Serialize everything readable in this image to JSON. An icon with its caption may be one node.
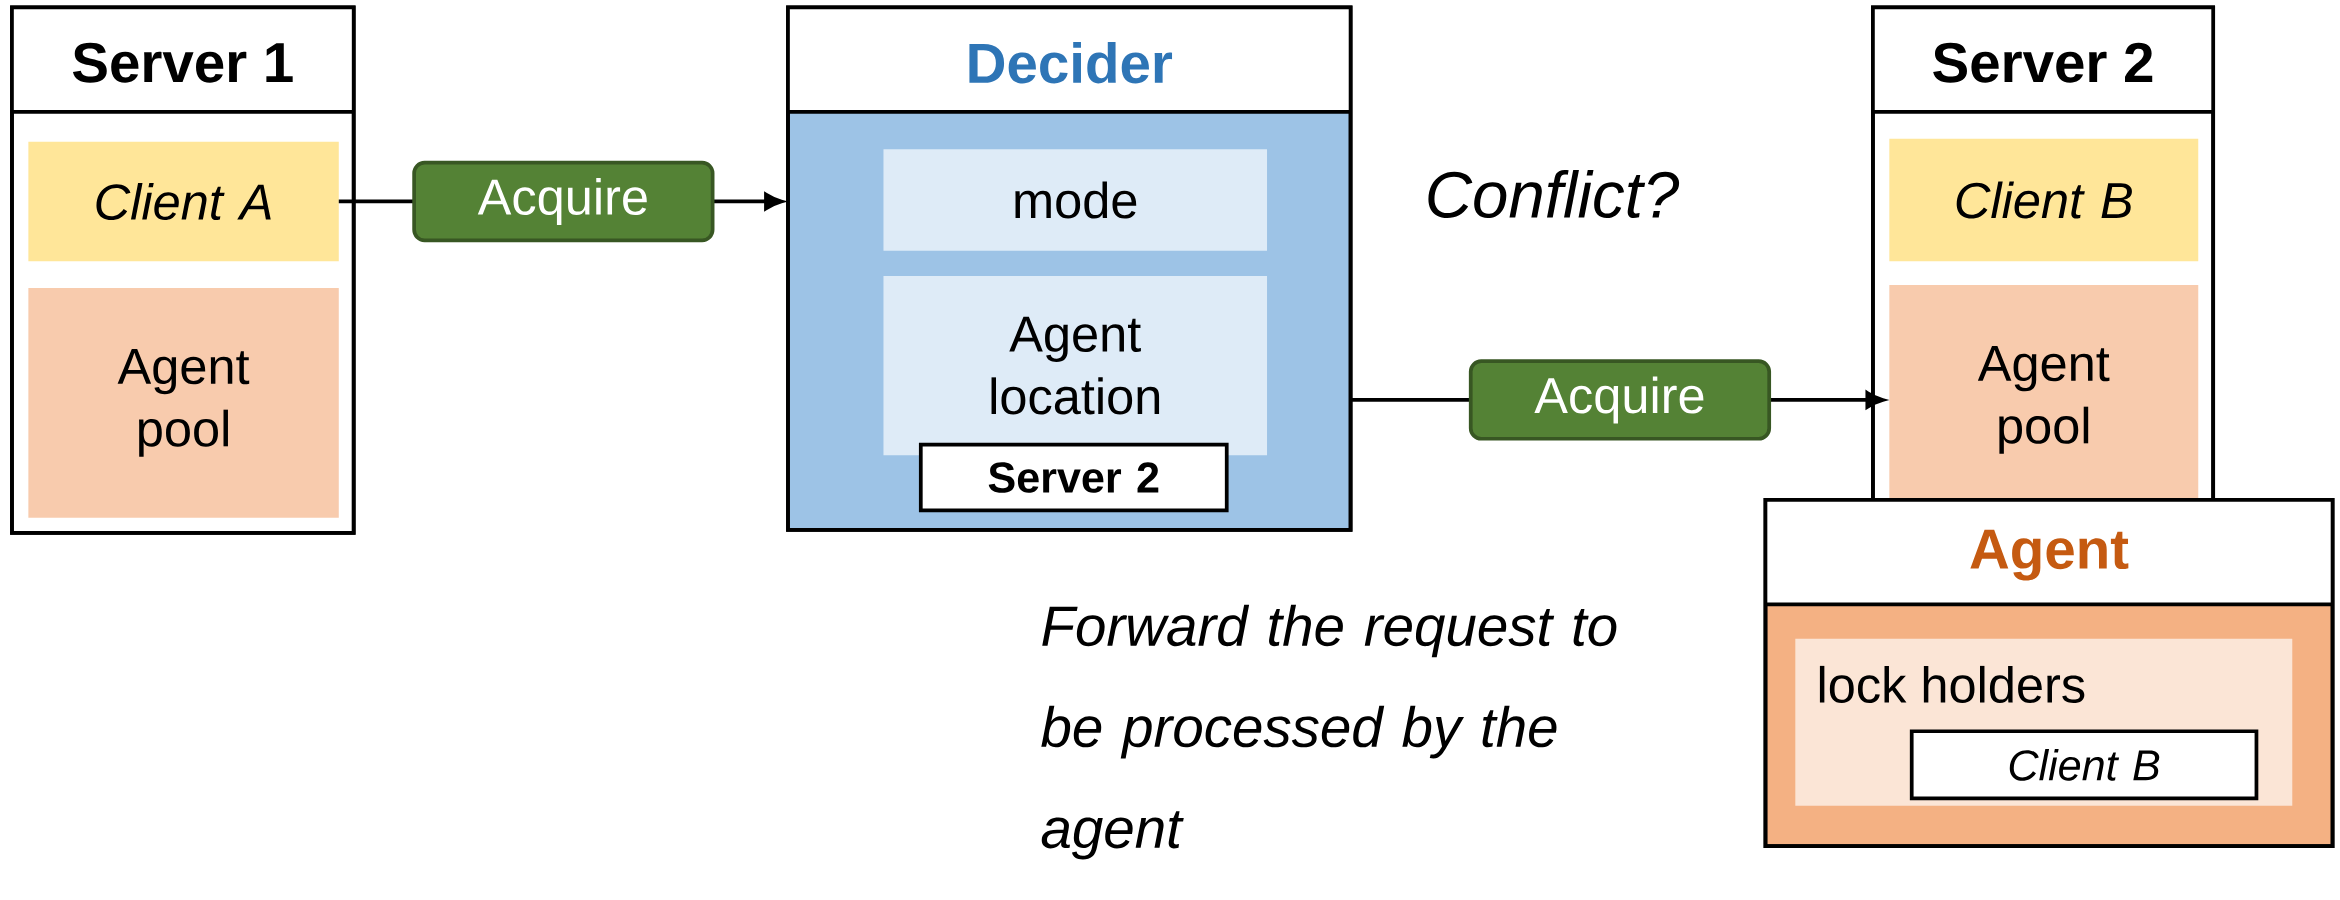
{
  "diagram": {
    "nodes": [
      {
        "text": [
          "Server 1"
        ]
      },
      {
        "text": [
          "Client A"
        ],
        "in": 0
      },
      {
        "text": [
          "Agent pool"
        ],
        "in": 0
      },
      {
        "text": [
          "Decider"
        ]
      },
      {
        "text": [
          "mode"
        ],
        "in": 3
      },
      {
        "text": [
          "Agent location"
        ],
        "in": 3
      },
      {
        "text": [
          "Server 2"
        ],
        "in": 3
      },
      {
        "text": [
          "Server 2"
        ]
      },
      {
        "text": [
          "Client B"
        ],
        "in": 7
      },
      {
        "text": [
          "Agent pool"
        ],
        "in": 7
      },
      {
        "text": [
          "Agent"
        ]
      },
      {
        "text": [
          "lock holders"
        ],
        "in": 10
      },
      {
        "text": [
          "Client B"
        ],
        "in": 11
      }
    ],
    "edges": [
      {
        "from": 1,
        "to": 3,
        "arrow": "to",
        "label": "Acquire"
      },
      {
        "from": 3,
        "to": 9,
        "arrow": "to",
        "label": "Acquire"
      }
    ],
    "labels": [
      "Conflict?",
      "Forward the request to be processed by the agent"
    ]
  }
}
